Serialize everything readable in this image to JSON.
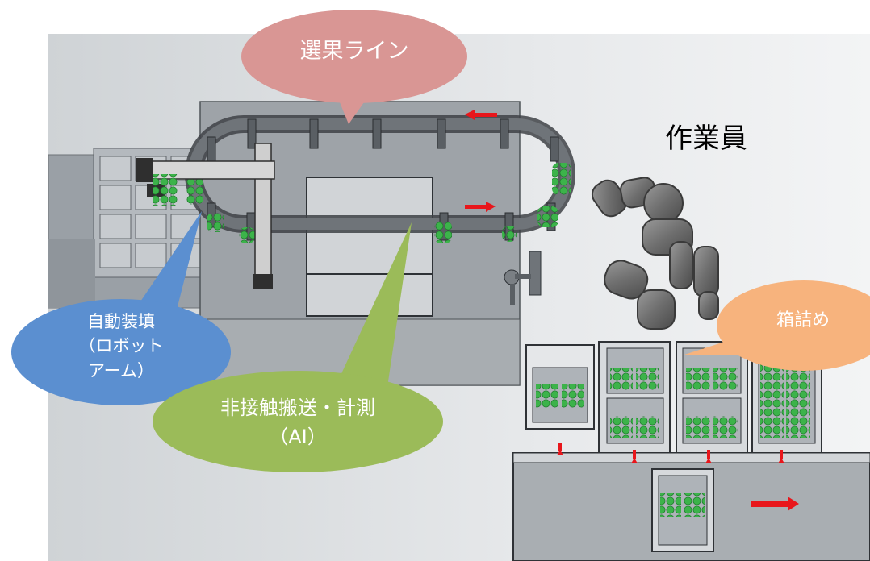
{
  "labels": {
    "line": "選果ライン",
    "worker": "作業員",
    "packing": "箱詰め",
    "auto_loading": [
      "自動装填",
      "（ロボット",
      "アーム）"
    ],
    "measurement": [
      "非接触搬送・計測",
      "（AI）"
    ]
  },
  "colors": {
    "line_bubble": "#d99694",
    "packing_bubble": "#f7b37d",
    "auto_bubble": "#5b8fd0",
    "measure_bubble": "#9bbb59",
    "red_arrow": "#e8161b",
    "grape": "#3cb34a"
  }
}
